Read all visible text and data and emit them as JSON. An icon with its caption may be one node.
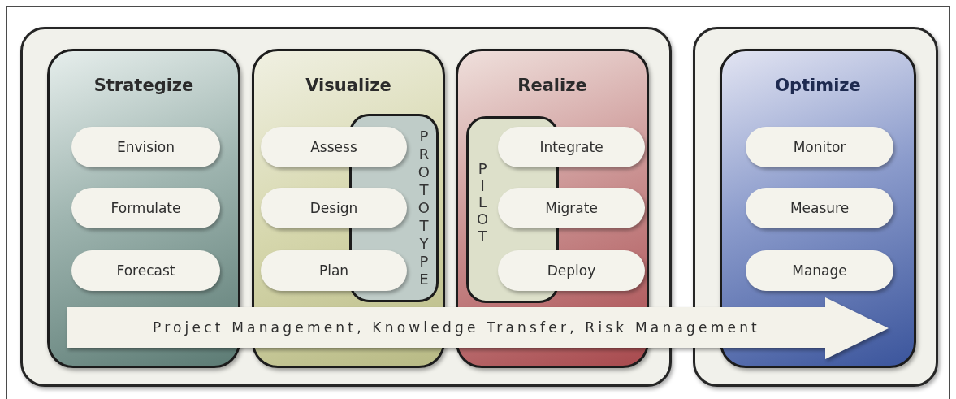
{
  "diagram": {
    "nodes": [
      {
        "text": [],
        "shape": "box"
      },
      {
        "text": [
          "Strategize"
        ],
        "in": 0
      },
      {
        "text": [
          "Envision"
        ],
        "in": 1
      },
      {
        "text": [
          "Formulate"
        ],
        "in": 1
      },
      {
        "text": [
          "Forecast"
        ],
        "in": 1
      },
      {
        "text": [
          "Visualize"
        ],
        "in": 0
      },
      {
        "text": [
          "PROTOTYPE"
        ],
        "in": 5
      },
      {
        "text": [
          "Assess"
        ],
        "in": 5
      },
      {
        "text": [
          "Design"
        ],
        "in": 5
      },
      {
        "text": [
          "Plan"
        ],
        "in": 5
      },
      {
        "text": [
          "Realize"
        ],
        "in": 0
      },
      {
        "text": [
          "PILOT"
        ],
        "in": 10
      },
      {
        "text": [
          "Integrate"
        ],
        "in": 10
      },
      {
        "text": [
          "Migrate"
        ],
        "in": 10
      },
      {
        "text": [
          "Deploy"
        ],
        "in": 10
      },
      {
        "text": [],
        "shape": "box"
      },
      {
        "text": [
          "Optimize"
        ],
        "in": 15
      },
      {
        "text": [
          "Monitor"
        ],
        "in": 16
      },
      {
        "text": [
          "Measure"
        ],
        "in": 16
      },
      {
        "text": [
          "Manage"
        ],
        "in": 16
      },
      {
        "text": [
          "Project Management, Knowledge Transfer, Risk Management"
        ]
      }
    ]
  }
}
